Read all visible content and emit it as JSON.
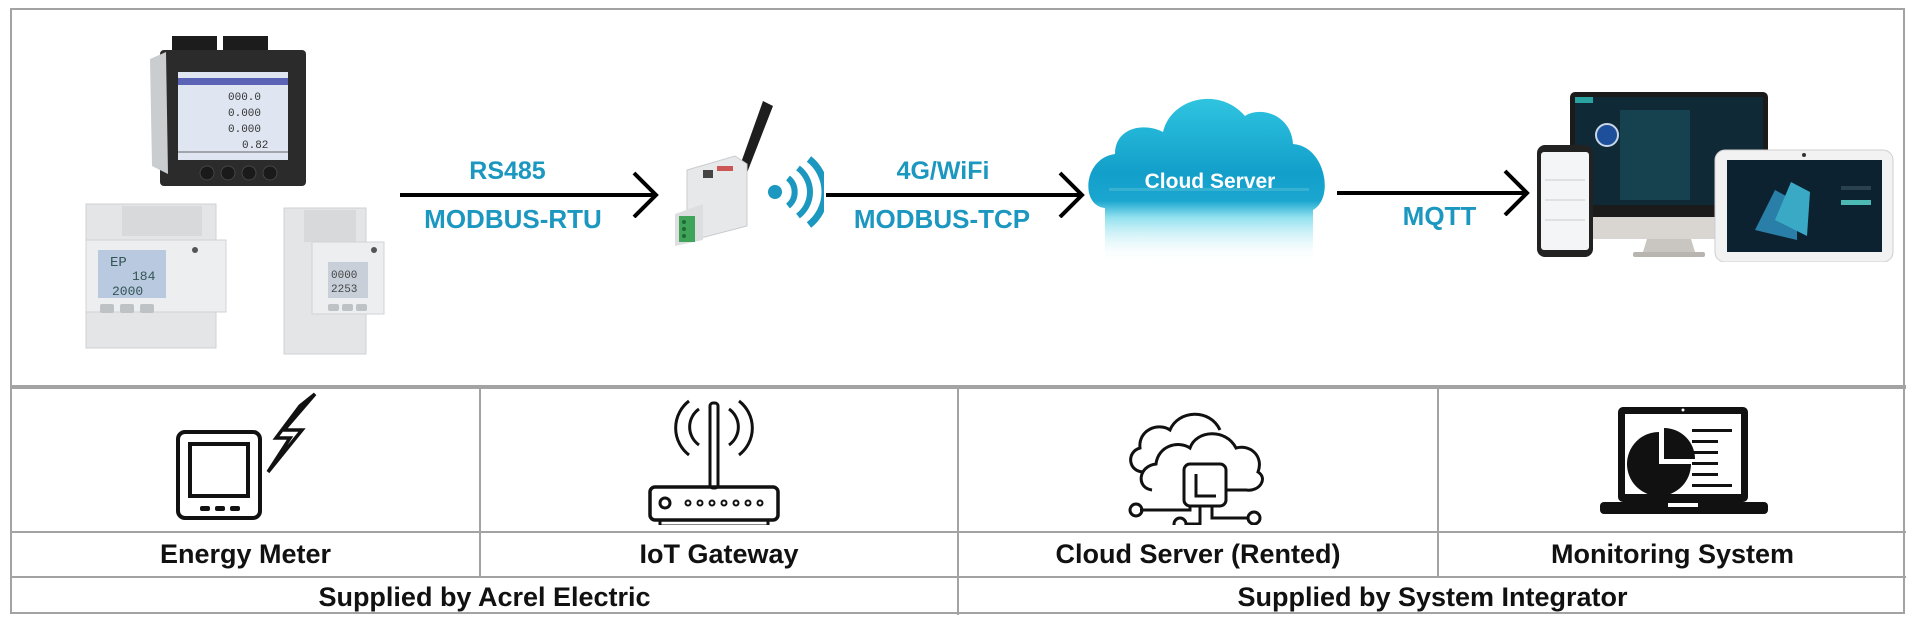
{
  "diagram": {
    "title": "Energy meter to monitoring system communication architecture",
    "accent_color": "#1b97c0",
    "arrow_color": "#000000",
    "stages": [
      {
        "id": "energy-meter",
        "image": "energy-meter-devices"
      },
      {
        "id": "iot-gateway",
        "image": "iot-gateway-device"
      },
      {
        "id": "cloud-server",
        "image": "cloud",
        "label": "Cloud Server"
      },
      {
        "id": "monitoring-system",
        "image": "monitor-phone-tablet-devices"
      }
    ],
    "links": [
      {
        "from": "energy-meter",
        "to": "iot-gateway",
        "top_label": "RS485",
        "bottom_label": "MODBUS-RTU"
      },
      {
        "from": "iot-gateway",
        "to": "cloud-server",
        "top_label": "4G/WiFi",
        "bottom_label": "MODBUS-TCP"
      },
      {
        "from": "cloud-server",
        "to": "monitoring-system",
        "bottom_label": "MQTT"
      }
    ],
    "meter_screens": {
      "panel": {
        "rows": [
          "000.0",
          "0.000",
          "0.000",
          "0.82"
        ]
      },
      "din_large": {
        "rows": [
          "EP",
          "184",
          "2000"
        ]
      },
      "din_small": {
        "rows": [
          "0000",
          "2253"
        ]
      }
    }
  },
  "table": {
    "columns": [
      {
        "icon": "energy-meter-icon",
        "label": "Energy Meter"
      },
      {
        "icon": "router-icon",
        "label": "IoT Gateway"
      },
      {
        "icon": "cloud-server-icon",
        "label": "Cloud Server (Rented)"
      },
      {
        "icon": "laptop-chart-icon",
        "label": "Monitoring System"
      }
    ],
    "suppliers": [
      {
        "label": "Supplied by Acrel Electric"
      },
      {
        "label": "Supplied by System Integrator"
      }
    ]
  }
}
